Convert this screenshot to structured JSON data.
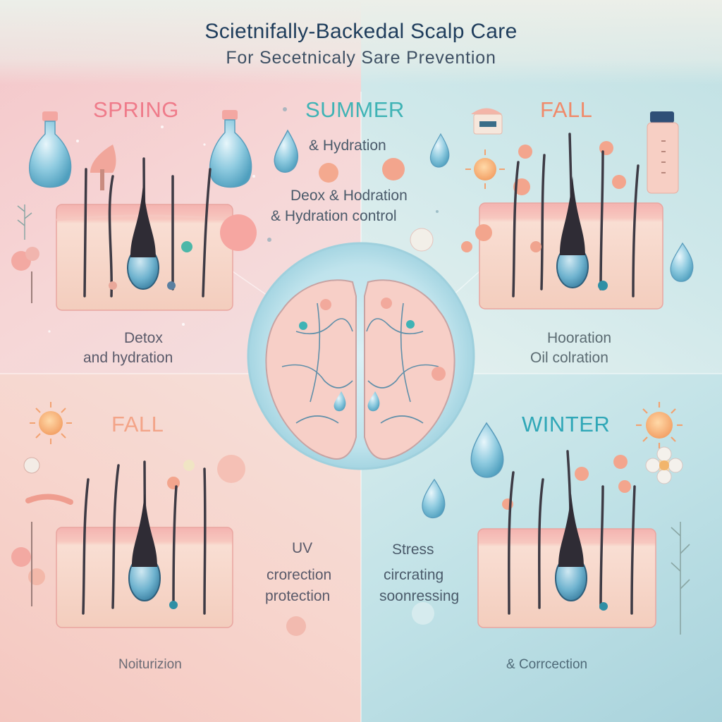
{
  "title": "Scietnifally-Backedal Scalp Care",
  "subtitle": "For Secetnicaly Sare Prevention",
  "quadrants": {
    "top_left": {
      "season": "SPRING",
      "label_1": "Detox",
      "label_2": "and hydration"
    },
    "top_right": {
      "season": "FALL",
      "label_1": "Hooration",
      "label_2": "Oil colration"
    },
    "bottom_left": {
      "season": "FALL",
      "label_1": "UV",
      "label_2": "crorection",
      "label_3": "protection",
      "footer": "Noiturizion"
    },
    "bottom_right": {
      "season": "WINTER",
      "label_1": "Stress",
      "label_2": "circrating",
      "label_3": "soonressing",
      "footer": "& Corrcection"
    }
  },
  "center_top": {
    "season": "SUMMER",
    "label_1": "& Hydration",
    "label_2": "Dеox & Hodration",
    "label_3": "& Hydration control"
  },
  "colors": {
    "spring_pink": "#ef7b8a",
    "summer_teal": "#3fb3b5",
    "fall_salmon": "#f08a6a",
    "winter_teal": "#2fa7b7",
    "title_navy": "#1f3d5c",
    "skin": "#f7d9cd",
    "skin_top": "#f2a7a6",
    "drop_blue": "#7fc0d6"
  },
  "icons": [
    "droplet-icon",
    "sun-icon",
    "flower-icon",
    "brain-icon",
    "bottle-icon",
    "hair-follicle-icon",
    "leaf-icon"
  ]
}
